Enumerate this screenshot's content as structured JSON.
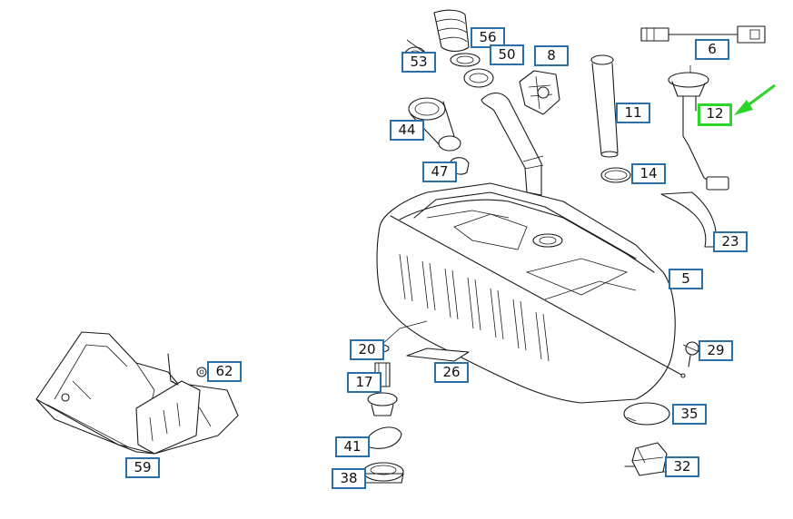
{
  "labels": {
    "p56": "56",
    "p53": "53",
    "p50": "50",
    "p8": "8",
    "p6": "6",
    "p12": "12",
    "p11": "11",
    "p44": "44",
    "p47": "47",
    "p14": "14",
    "p23": "23",
    "p5": "5",
    "p20": "20",
    "p26": "26",
    "p29": "29",
    "p17": "17",
    "p62": "62",
    "p35": "35",
    "p41": "41",
    "p59": "59",
    "p32": "32",
    "p38": "38"
  },
  "highlight": {
    "part": "12",
    "color": "#29d629"
  },
  "colors": {
    "label_border": "#2a6fa8",
    "line": "#1a1a1a"
  },
  "icons": {
    "pointer": "arrow-icon"
  }
}
